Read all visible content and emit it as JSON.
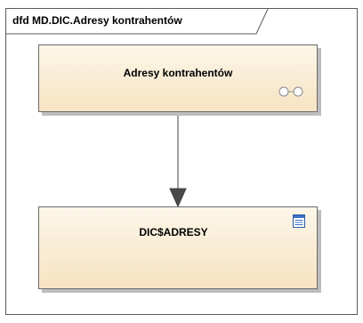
{
  "frame": {
    "title": "dfd MD.DIC.Adresy kontrahentów"
  },
  "nodes": [
    {
      "label": "Adresy kontrahentów",
      "icon": "glasses-icon"
    },
    {
      "label": "DIC$ADRESY",
      "icon": "table-icon"
    }
  ],
  "connector": {
    "from": "Adresy kontrahentów",
    "to": "DIC$ADRESY",
    "arrowhead": "filled-triangle"
  },
  "colors": {
    "node_fill_top": "#fcf6e9",
    "node_fill_bottom": "#f7e3c2",
    "border": "#5a5a5a",
    "arrow": "#404040"
  }
}
